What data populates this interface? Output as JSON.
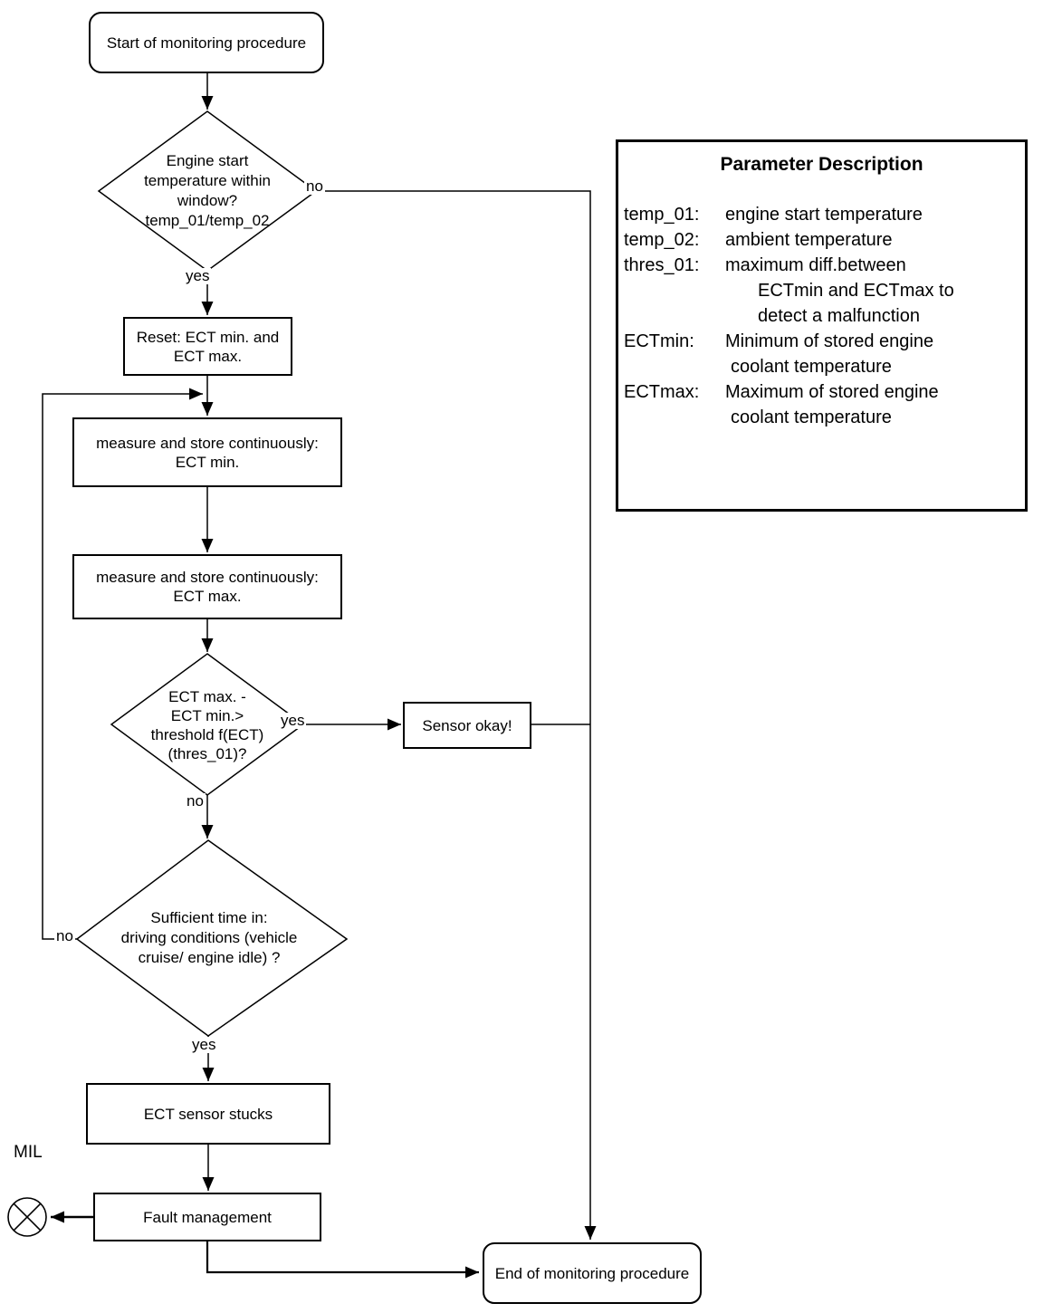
{
  "colors": {
    "line": "#000000",
    "background": "#ffffff",
    "text": "#000000"
  },
  "nodes": {
    "start": {
      "label": "Start of monitoring procedure"
    },
    "decision_start_temp": {
      "label": "Engine start\ntemperature within\nwindow?\ntemp_01/temp_02"
    },
    "reset": {
      "label": "Reset: ECT min. and\nECT max."
    },
    "measure_min": {
      "label": "measure and store continuously:\nECT min."
    },
    "measure_max": {
      "label": "measure and store continuously:\nECT max."
    },
    "decision_threshold": {
      "label": "ECT max. -\nECT min.>\nthreshold f(ECT)\n(thres_01)?"
    },
    "sensor_okay": {
      "label": "Sensor okay!"
    },
    "decision_sufficient_time": {
      "label": "Sufficient time in:\ndriving conditions (vehicle\ncruise/ engine idle) ?"
    },
    "ect_sensor_stuck": {
      "label": "ECT sensor stucks"
    },
    "fault_management": {
      "label": "Fault management"
    },
    "end": {
      "label": "End of monitoring procedure"
    },
    "mil": {
      "label": "MIL"
    }
  },
  "edge_labels": {
    "decision1_no": "no",
    "decision1_yes": "yes",
    "decision2_yes": "yes",
    "decision2_no": "no",
    "decision3_no": "no",
    "decision3_yes": "yes"
  },
  "parameter_box": {
    "title": "Parameter Description",
    "items": [
      {
        "term": "temp_01:",
        "lines": [
          "engine start temperature"
        ]
      },
      {
        "term": "temp_02:",
        "lines": [
          "ambient temperature"
        ]
      },
      {
        "term": "thres_01:",
        "lines": [
          "maximum diff.between",
          "ECTmin and ECTmax to",
          "detect a malfunction"
        ]
      },
      {
        "term": "ECTmin:",
        "lines": [
          "Minimum of stored engine",
          "coolant temperature"
        ]
      },
      {
        "term": "ECTmax:",
        "lines": [
          "Maximum of stored engine",
          "coolant temperature"
        ]
      }
    ]
  }
}
